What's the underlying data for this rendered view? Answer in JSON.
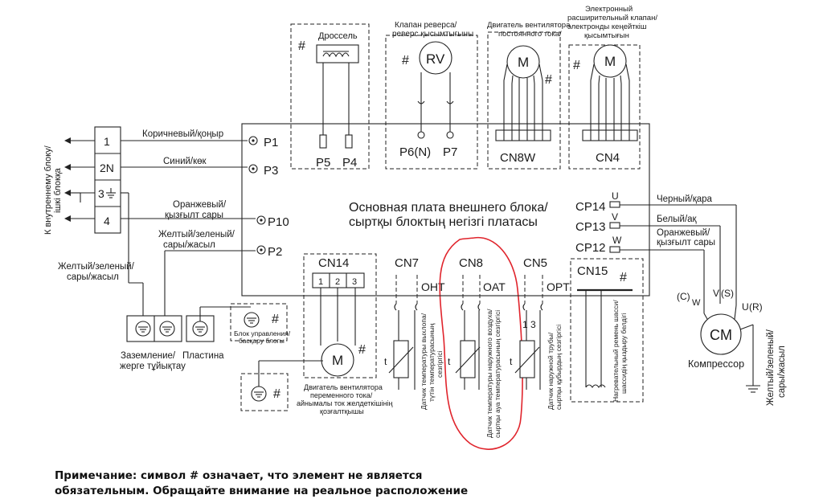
{
  "board": {
    "title_ru": "Основная плата внешнего блока/",
    "title_kz": "сыртқы блоктың негізгі платасы"
  },
  "indoor_label": {
    "line1": "К внутреннему блоку/",
    "line2": "ішкі блокқа"
  },
  "terminals": [
    "1",
    "2N",
    "3",
    "4"
  ],
  "wires": {
    "brown": "Коричневый/қоңыр",
    "blue": "Синий/көк",
    "orange": {
      "line1": "Оранжевый/",
      "line2": "қызғылт сары"
    },
    "yellow_green": {
      "line1": "Желтый/зеленый/",
      "line2": "сары/жасыл"
    },
    "yellow_green_left": {
      "line1": "Желтый/зеленый/",
      "line2": "сары/жасыл"
    }
  },
  "ports": {
    "p1": "P1",
    "p3": "P3",
    "p10": "P10",
    "p2": "P2",
    "p5": "P5",
    "p4": "P4",
    "p6": "P6(N)",
    "p7": "P7"
  },
  "hash": "#",
  "components": {
    "throttle": "Дроссель",
    "reverse_valve": {
      "line1": "Клапан реверса/",
      "line2": "реверс қысымтығыны",
      "symbol": "RV"
    },
    "dc_fan": {
      "line1": "Двигатель вентилятора",
      "line2": "постоянного тока/",
      "symbol": "M",
      "connector": "CN8W"
    },
    "eev": {
      "line1": "Электронный",
      "line2": "расширительный клапан/",
      "line3": "электронды кеңейткіш",
      "line4": "қысымтығын",
      "symbol": "M",
      "connector": "CN4"
    },
    "ac_fan": {
      "line1": "Двигатель вентилятора",
      "line2": "переменного тока/",
      "line3": "айнымалы ток желдеткішінің",
      "line4": "қозғалтқышы",
      "symbol": "M",
      "connector": "CN14",
      "pins": [
        "1",
        "2",
        "3"
      ]
    },
    "ground": {
      "line1": "Заземление/",
      "line2": "жерге тұйықтау"
    },
    "plate": "Пластина",
    "control_block": {
      "line1": "Блок управления/",
      "line2": "басқару блогы"
    },
    "cn7": {
      "name": "CN7",
      "tag": "OHT",
      "sensor_line1": "Датчик температуры выхлопа/",
      "sensor_line2": "түтін температурасының",
      "sensor_line3": "сезгіргісі"
    },
    "cn8": {
      "name": "CN8",
      "tag": "OAT",
      "sensor_line1": "Датчик температуры наружного воздуха/",
      "sensor_line2": "сыртқы ауа температурасының сезгіргісі"
    },
    "cn5": {
      "name": "CN5",
      "tag": "OPT",
      "pins": "1 3",
      "sensor_line1": "Датчик наружной трубы/",
      "sensor_line2": "сыртқы құбырдың сезгіргісі"
    },
    "cn15": {
      "name": "CN15",
      "heater_line1": "Нагревательный ремень шасси/",
      "heater_line2": "шассидің қыздыру белдігі"
    },
    "compressor": {
      "symbol": "CM",
      "label": "Компрессор",
      "c": "(C)",
      "w": "W",
      "v": "V",
      "s": "(S)",
      "u": "U",
      "r": "(R)"
    }
  },
  "cp": [
    {
      "name": "CP14",
      "pin": "U",
      "wire": "Черный/қара"
    },
    {
      "name": "CP13",
      "pin": "V",
      "wire": "Белый/ақ"
    },
    {
      "name": "CP12",
      "pin": "W",
      "wire_line1": "Оранжевый/",
      "wire_line2": "қызғылт сары"
    }
  ],
  "comp_ground": {
    "line1": "Желтый/зеленый/",
    "line2": "сары/жасыл"
  },
  "thermistor_t": "t",
  "note": {
    "line1": "Примечание: символ # означает, что элемент не является",
    "line2": "обязательным. Обращайте внимание на реальное расположение"
  }
}
